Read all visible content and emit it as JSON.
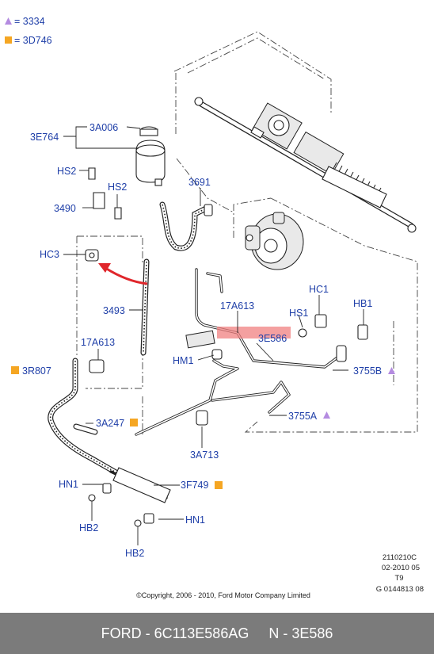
{
  "colors": {
    "label": "#1f3fa8",
    "triangle_marker": "#b48be0",
    "square_marker": "#f5a623",
    "highlight": "#f08080",
    "arrow": "#e0262b",
    "footer_bg": "#7b7b7b"
  },
  "legend": [
    {
      "symbol": "triangle",
      "text": "= 3334"
    },
    {
      "symbol": "square",
      "text": "= 3D746"
    }
  ],
  "labels": {
    "l_3E764": "3E764",
    "l_3A006": "3A006",
    "l_HS2a": "HS2",
    "l_HS2b": "HS2",
    "l_3490": "3490",
    "l_3691": "3691",
    "l_HC3": "HC3",
    "l_3493": "3493",
    "l_17A613a": "17A613",
    "l_HC1": "HC1",
    "l_HS1": "HS1",
    "l_HB1": "HB1",
    "l_3E586": "3E586",
    "l_HM1": "HM1",
    "l_17A613b": "17A613",
    "l_3755B": "3755B",
    "l_3R807": "3R807",
    "l_3A247": "3A247",
    "l_3755A": "3755A",
    "l_3A713": "3A713",
    "l_HN1a": "HN1",
    "l_3F749": "3F749",
    "l_HB2a": "HB2",
    "l_HN1b": "HN1",
    "l_HB2b": "HB2"
  },
  "reference": {
    "line1": "2110210C",
    "line2": "02-2010 05",
    "line3": "T9",
    "line4": "G 0144813 08"
  },
  "copyright": "©Copyright, 2006 - 2010, Ford Motor Company Limited",
  "footer": {
    "text": "FORD - 6C113E586AG     N - 3E586"
  }
}
